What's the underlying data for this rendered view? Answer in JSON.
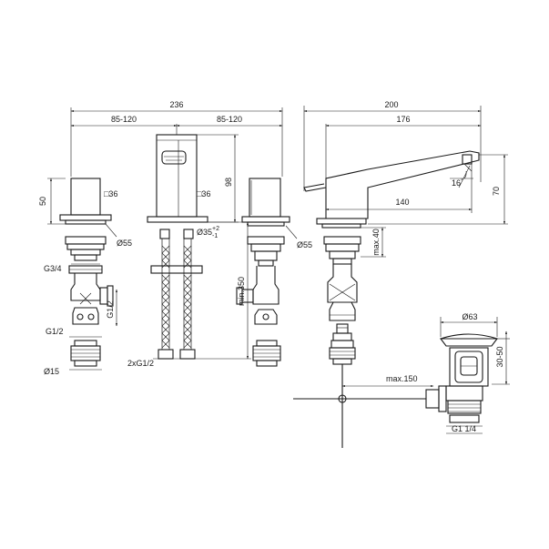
{
  "dimensions": {
    "overall_width": "236",
    "spacing_left": "85-120",
    "spacing_right": "85-120",
    "spout_total": "200",
    "spout_reach": "176",
    "handle_height": "50",
    "spout_height": "98",
    "spout_rise": "70",
    "spout_base": "140",
    "angle": "16",
    "angle_unit": "°",
    "square_left": "□36",
    "square_center": "□36",
    "dia_left": "Ø55",
    "dia_center": "Ø35",
    "dia_center_tol_plus": "+2",
    "dia_center_tol_minus": "-1",
    "dia_right": "Ø55",
    "max_40": "max.40",
    "min_350": "min.350",
    "thread_g34": "G3/4",
    "thread_g12_side": "G1/2",
    "thread_g12": "G1/2",
    "dia_15": "Ø15",
    "hose_thread": "2xG1/2",
    "waste_dia": "Ø63",
    "waste_height": "30-50",
    "waste_max": "max.150",
    "waste_thread": "G1 1/4"
  }
}
